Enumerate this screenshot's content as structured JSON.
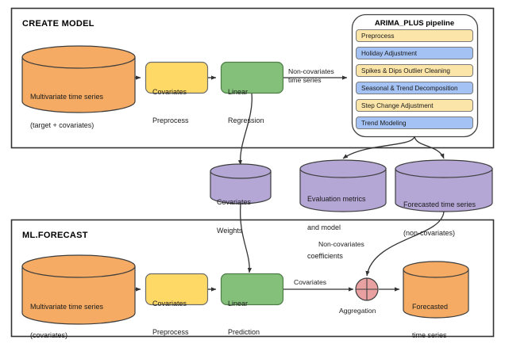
{
  "diagram": {
    "title": "BigQuery ML multivariate time series forecasting flow",
    "colors": {
      "orange_fill": "#F5AB63",
      "orange_top": "#F5AB63",
      "yellow_fill": "#FFD966",
      "yellow_pipe": "#FCE5A8",
      "green_fill": "#84C07A",
      "purple_fill": "#B4A7D6",
      "red_fill": "#E8A0A0",
      "stroke": "#4a4a4a",
      "group_border": "#333333"
    },
    "groups": [
      {
        "id": "create-model",
        "label": "CREATE MODEL"
      },
      {
        "id": "ml-forecast",
        "label": "ML.FORECAST"
      }
    ],
    "pipeline": {
      "title": "ARIMA_PLUS pipeline",
      "steps": [
        {
          "label": "Preprocess",
          "color": "#FCE5A8"
        },
        {
          "label": "Holiday Adjustment",
          "color": "#A4C2F4"
        },
        {
          "label": "Spikes & Dips Outlier Cleaning",
          "color": "#FCE5A8"
        },
        {
          "label": "Seasonal & Trend Decomposition",
          "color": "#A4C2F4"
        },
        {
          "label": "Step Change Adjustment",
          "color": "#FCE5A8"
        },
        {
          "label": "Trend Modeling",
          "color": "#A4C2F4"
        }
      ]
    },
    "nodes": {
      "source_train": {
        "line1": "Multivariate time series",
        "line2": "(target + covariates)"
      },
      "preprocess_train": {
        "line1": "Covariates",
        "line2": "Preprocess"
      },
      "linear_regression": {
        "line1": "Linear",
        "line2": "Regression"
      },
      "covariates_weights": {
        "line1": "Covariates",
        "line2": "Weights"
      },
      "eval_metrics": {
        "line1": "Evaluation metrics",
        "line2": "and model",
        "line3": "coefficients"
      },
      "forecasted_noncov": {
        "line1": "Forecasted time series",
        "line2": "(non-covariates)"
      },
      "source_forecast": {
        "line1": "Multivariate time series",
        "line2": "(covariates)"
      },
      "preprocess_forecast": {
        "line1": "Covariates",
        "line2": "Preprocess"
      },
      "linear_prediction": {
        "line1": "Linear",
        "line2": "Prediction"
      },
      "aggregation": {
        "label": "Aggregation"
      },
      "forecast_output": {
        "line1": "Forecasted",
        "line2": "time series"
      }
    },
    "edge_labels": {
      "non_covariates_time_series": "Non-covariates\ntime series",
      "non_covariates": "Non-covariates",
      "covariates": "Covariates"
    }
  }
}
